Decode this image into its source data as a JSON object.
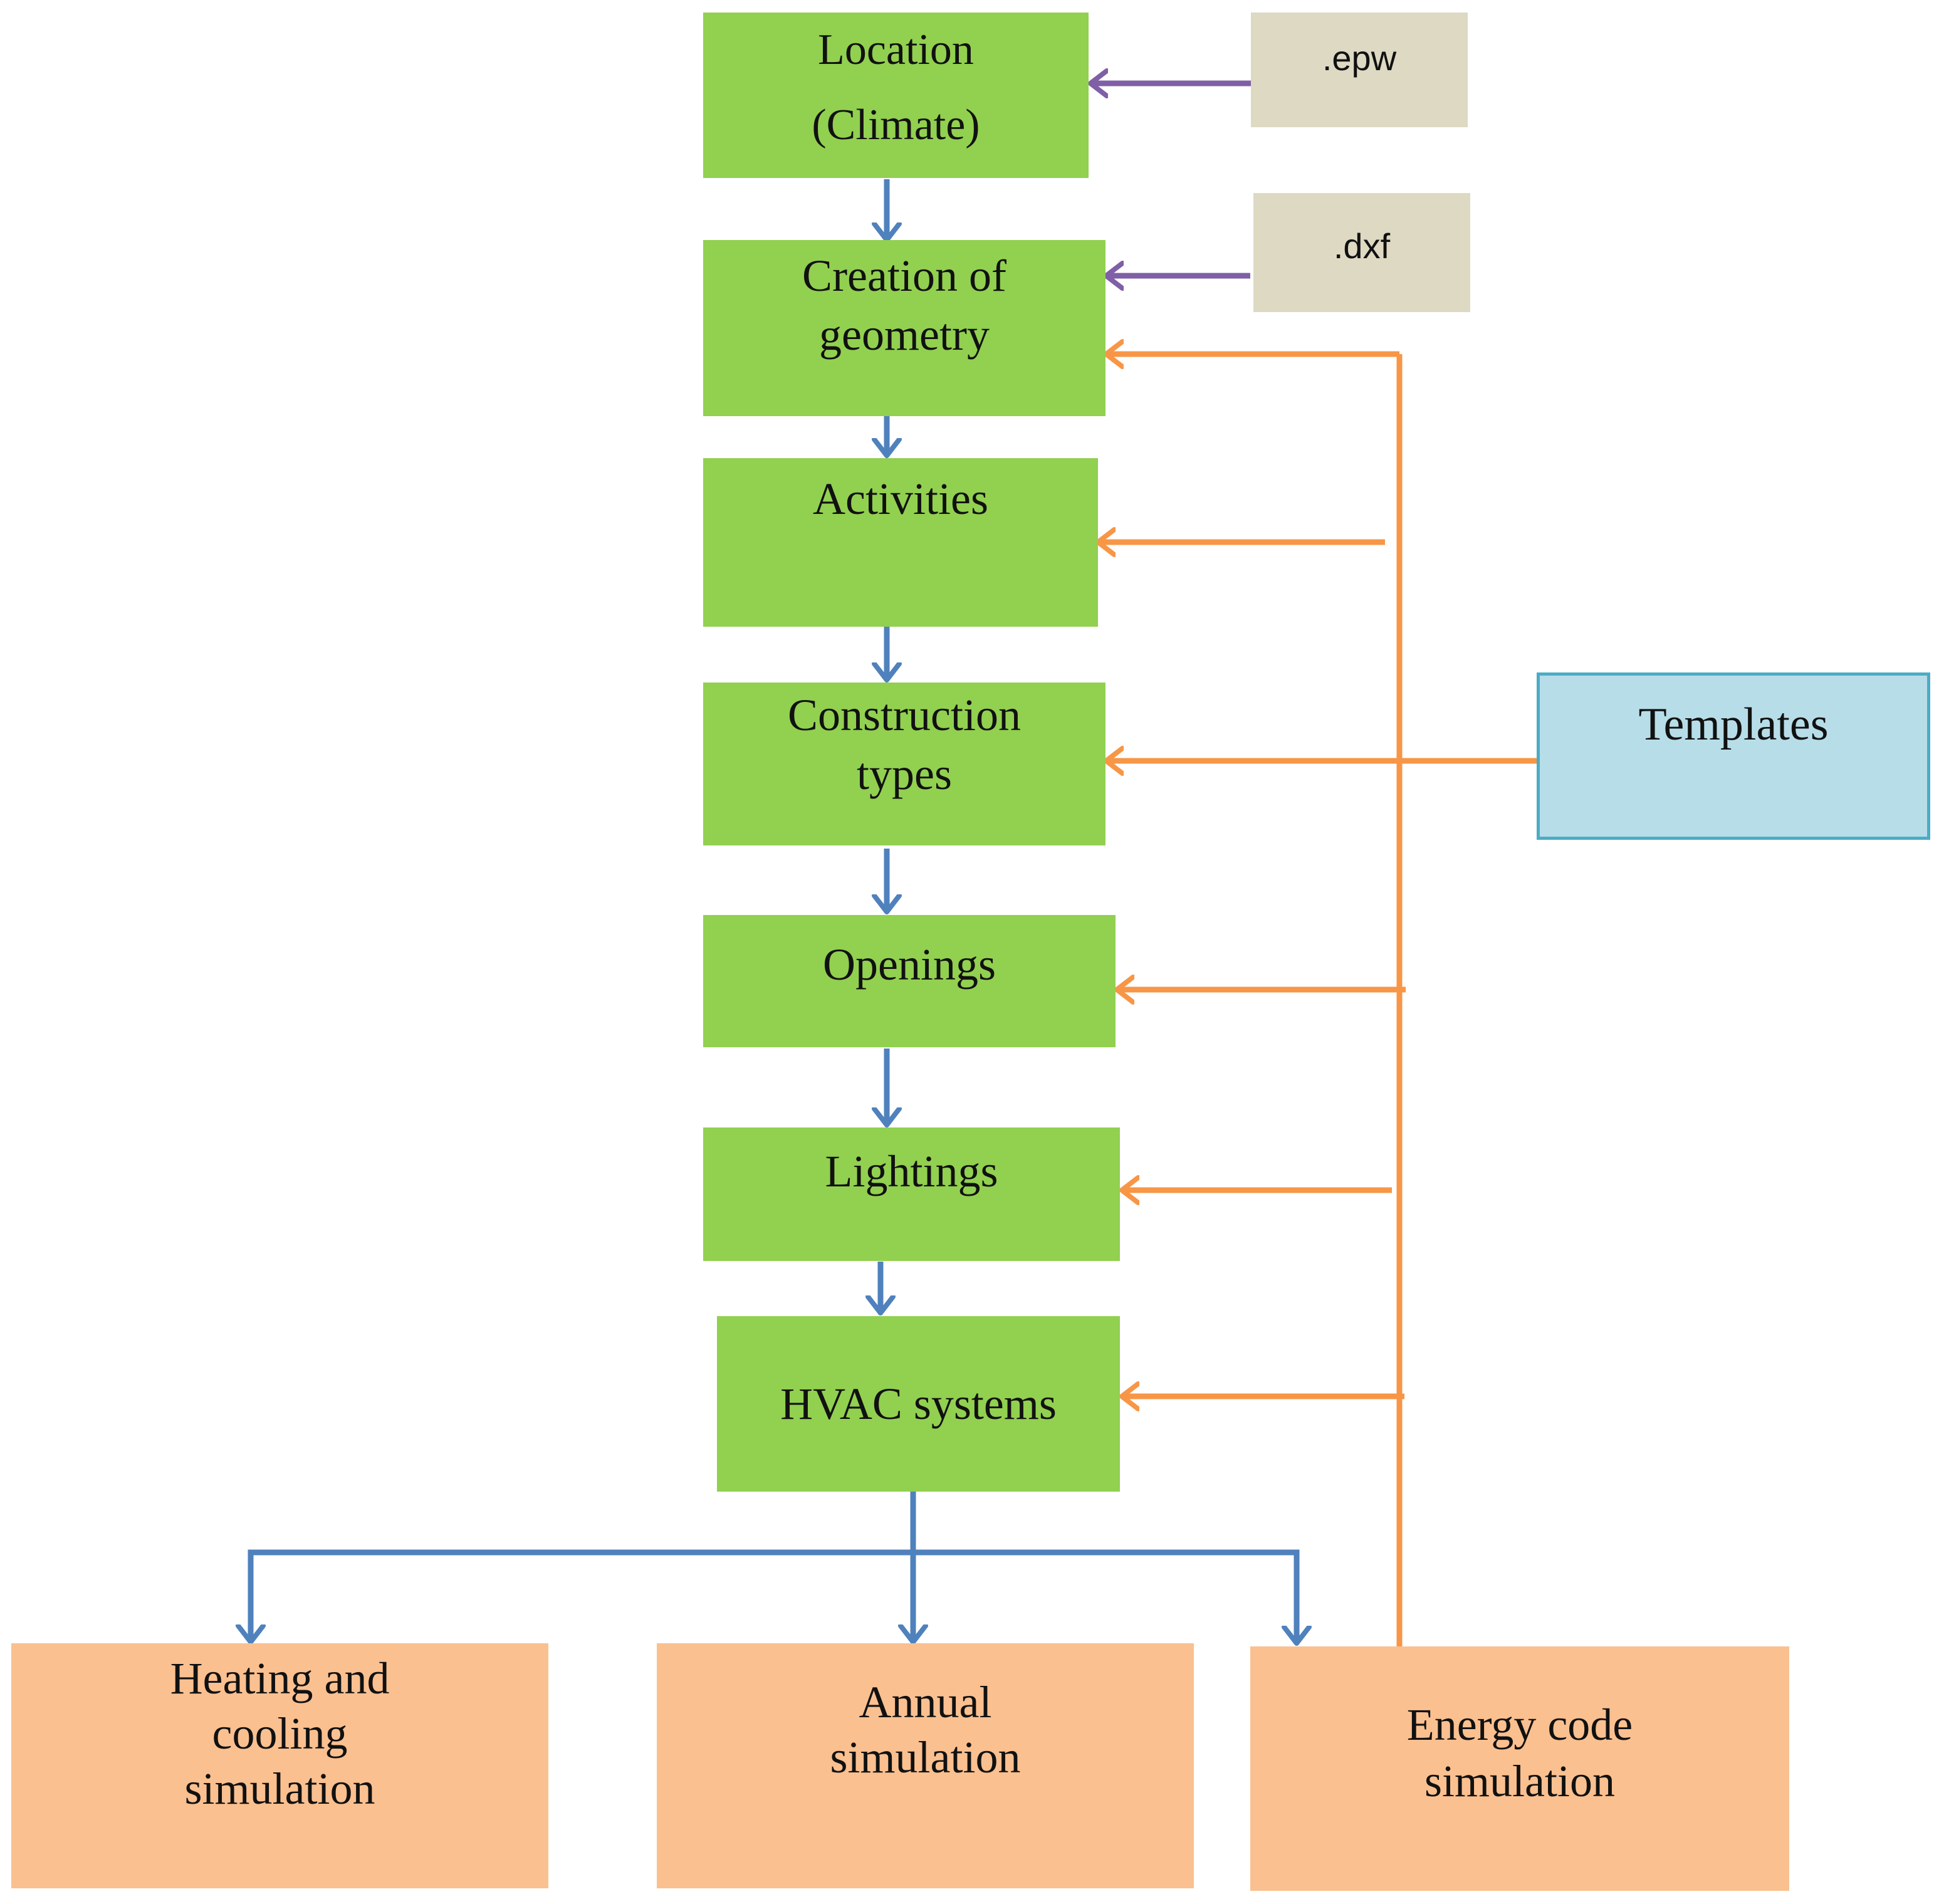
{
  "colors": {
    "process": "#92d050",
    "input_file": "#ddd9c3",
    "output": "#fac090",
    "template": "#b7dde8",
    "template_border": "#4bacc6",
    "flow_arrow": "#4f81bd",
    "file_arrow": "#7f5fa6",
    "template_arrow": "#f79646"
  },
  "steps": {
    "location": {
      "line1": "Location",
      "line2": "(Climate)"
    },
    "geometry": {
      "line1": "Creation of",
      "line2": "geometry"
    },
    "activities": {
      "line1": "Activities"
    },
    "construction": {
      "line1": "Construction",
      "line2": "types"
    },
    "openings": {
      "line1": "Openings"
    },
    "lightings": {
      "line1": "Lightings"
    },
    "hvac": {
      "line1": "HVAC systems"
    }
  },
  "inputs": {
    "epw": ".epw",
    "dxf": ".dxf"
  },
  "templates": {
    "label": "Templates"
  },
  "outputs": {
    "heating_cooling": {
      "line1": "Heating and",
      "line2": "cooling",
      "line3": "simulation"
    },
    "annual": {
      "line1": "Annual",
      "line2": "simulation"
    },
    "energy_code": {
      "line1": "Energy code",
      "line2": "simulation"
    }
  }
}
